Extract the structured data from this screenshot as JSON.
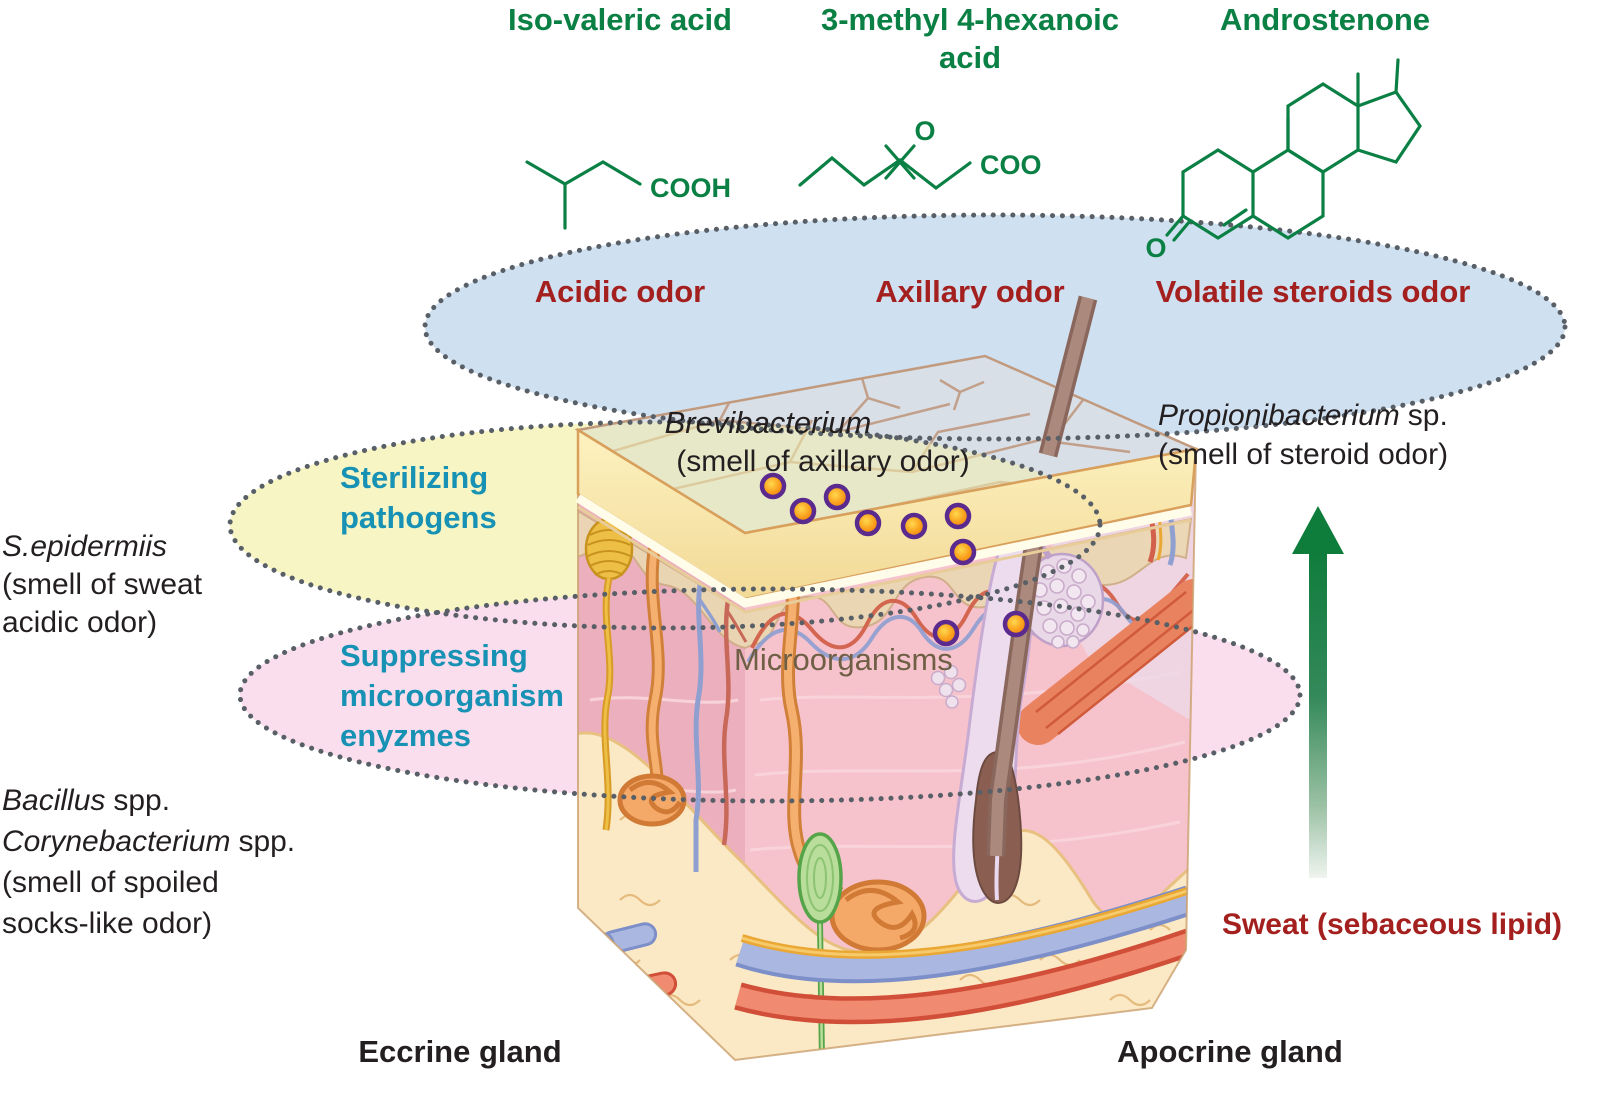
{
  "compounds": {
    "iso": {
      "name": "Iso-valeric acid",
      "group": "COOH"
    },
    "hex": {
      "name_line1": "3-methyl 4-hexanoic",
      "name_line2": "acid",
      "o_label": "O",
      "group": "COO"
    },
    "andro": {
      "name": "Androstenone",
      "o_label": "O"
    }
  },
  "odor_zone": {
    "acidic": "Acidic odor",
    "axillary": "Axillary odor",
    "steroids": "Volatile steroids odor"
  },
  "zones": {
    "sterilizing": {
      "line1": "Sterilizing",
      "line2": "pathogens"
    },
    "suppressing": {
      "line1": "Suppressing",
      "line2": "microorganism",
      "line3": "enyzmes"
    }
  },
  "bacteria": {
    "epidermiis": {
      "name": "S.epidermiis",
      "desc1": "(smell of sweat",
      "desc2": "acidic odor)"
    },
    "bacillus": {
      "genus1": "Bacillus",
      "suffix1": "spp.",
      "genus2": "Corynebacterium",
      "suffix2": "spp.",
      "desc1": "(smell of spoiled",
      "desc2": "socks-like odor)"
    },
    "brevibacterium": {
      "name": "Brevibacterium",
      "desc": "(smell of axillary odor)"
    },
    "propionibacterium": {
      "genus": "Propionibacterium",
      "suffix": "sp.",
      "desc": "(smell of steroid odor)"
    }
  },
  "labels": {
    "microorganisms": "Microorganisms",
    "sweat": "Sweat (sebaceous lipid)",
    "eccrine": "Eccrine gland",
    "apocrine": "Apocrine gland"
  },
  "colors": {
    "green": "#0b8044",
    "dark_red": "#a3201f",
    "teal": "#1792b4",
    "black": "#231f20",
    "micro_label": "#6f5f45",
    "zone_blue": "#cfe0f1",
    "zone_yellow": "#f8f5c5",
    "zone_pink": "#fbdeed",
    "dot_fill": "#f5900f",
    "dot_ring": "#5b2a8e",
    "arrow_green": "#0e7c3b"
  }
}
